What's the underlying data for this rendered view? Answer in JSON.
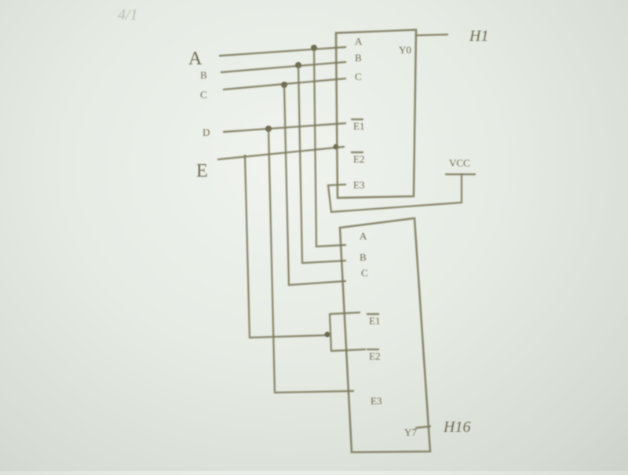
{
  "title_scribble": "4/1",
  "inputs": [
    "A",
    "B",
    "C",
    "D",
    "E"
  ],
  "decoder_top": {
    "pins": [
      "A",
      "B",
      "C",
      "E1",
      "E2",
      "E3"
    ],
    "output_pin": "Y0",
    "output_label": "H1"
  },
  "decoder_bottom": {
    "pins": [
      "A",
      "B",
      "C",
      "E1",
      "E2",
      "E3"
    ],
    "output_pin": "Y7",
    "output_label": "H16"
  },
  "supply": {
    "label": "VCC"
  },
  "colors": {
    "ink": "#7d785a",
    "paper": "#e6ebe4"
  }
}
